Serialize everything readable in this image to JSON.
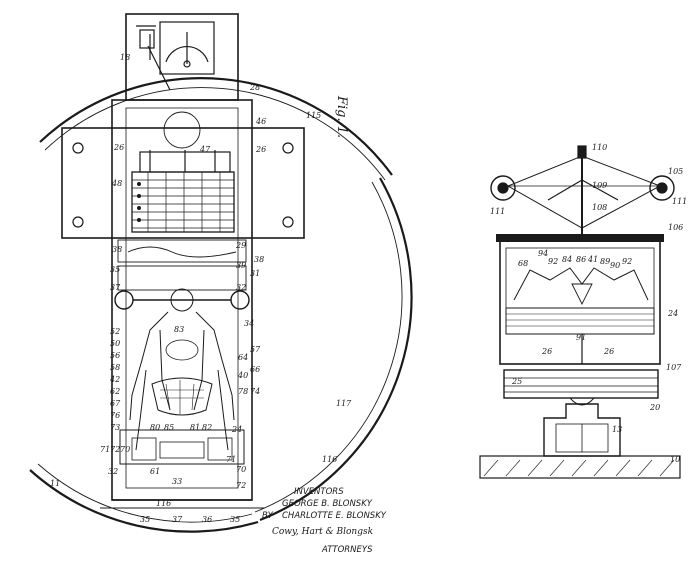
{
  "figure_label": "Fig. 1.",
  "inventors": {
    "heading": "INVENTORS",
    "name1": "GEORGE B. BLONSKY",
    "by": "BY",
    "name2": "CHARLOTTE E. BLONSKY",
    "signature": "Cowy, Hart & Blongsk",
    "attorneys": "ATTORNEYS"
  },
  "left_refs": [
    "18",
    "28",
    "46",
    "115",
    "26",
    "26",
    "47",
    "48",
    "38",
    "29",
    "35",
    "39",
    "38",
    "31",
    "32",
    "37",
    "34",
    "83",
    "52",
    "50",
    "56",
    "58",
    "42",
    "62",
    "67",
    "76",
    "64",
    "57",
    "40",
    "66",
    "78",
    "74",
    "73",
    "24",
    "80",
    "85",
    "81",
    "82",
    "71",
    "72",
    "70",
    "32",
    "61",
    "33",
    "71",
    "70",
    "72",
    "117",
    "116",
    "35",
    "37",
    "36",
    "35",
    "116",
    "11"
  ],
  "right_refs": [
    "110",
    "109",
    "108",
    "105",
    "111",
    "111",
    "106",
    "68",
    "92",
    "84",
    "94",
    "86",
    "41",
    "89",
    "90",
    "92",
    "24",
    "91",
    "26",
    "26",
    "107",
    "25",
    "20",
    "13",
    "10"
  ],
  "colors": {
    "ink": "#1a1a1a",
    "paper": "#ffffff"
  }
}
